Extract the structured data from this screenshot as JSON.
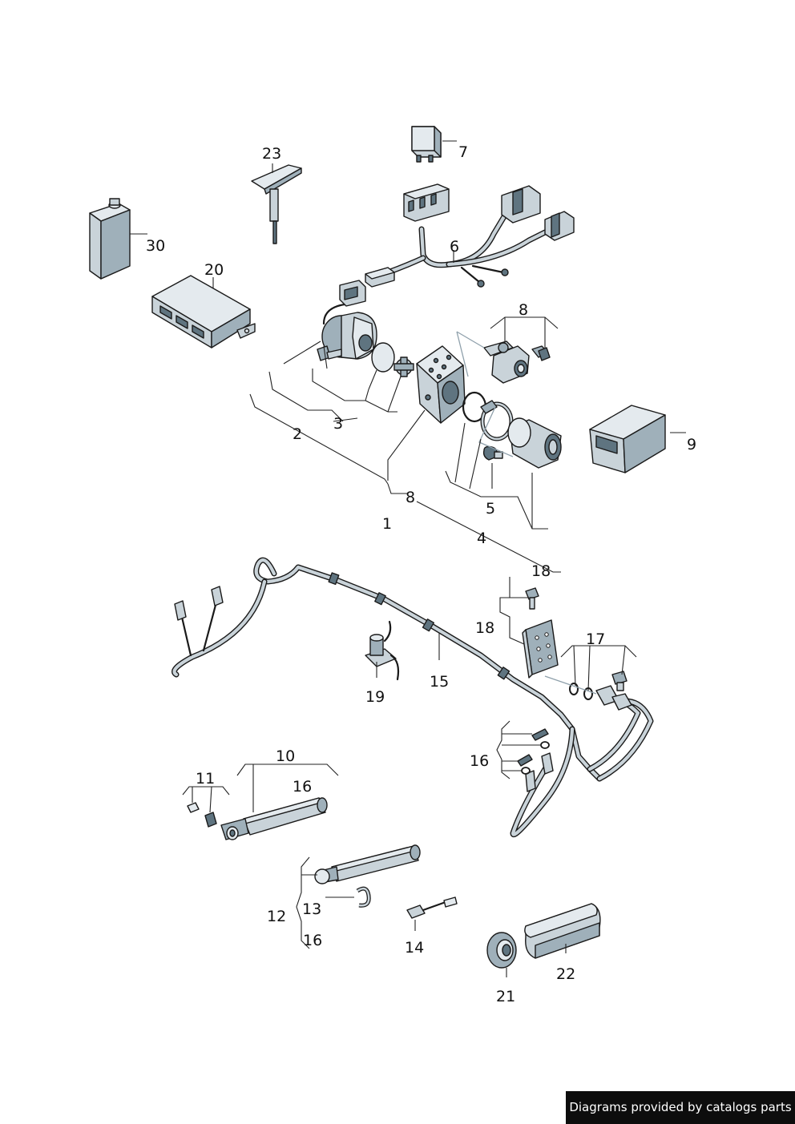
{
  "callouts": {
    "c1": "1",
    "c2": "2",
    "c3": "3",
    "c4": "4",
    "c5": "5",
    "c6": "6",
    "c7": "7",
    "c8a": "8",
    "c8b": "8",
    "c9": "9",
    "c10": "10",
    "c11": "11",
    "c12": "12",
    "c13": "13",
    "c14": "14",
    "c15": "15",
    "c16a": "16",
    "c16b": "16",
    "c16c": "16",
    "c17": "17",
    "c18a": "18",
    "c18b": "18",
    "c19": "19",
    "c20": "20",
    "c21": "21",
    "c22": "22",
    "c23": "23",
    "c30": "30"
  },
  "credit": "Diagrams provided by catalogs parts"
}
